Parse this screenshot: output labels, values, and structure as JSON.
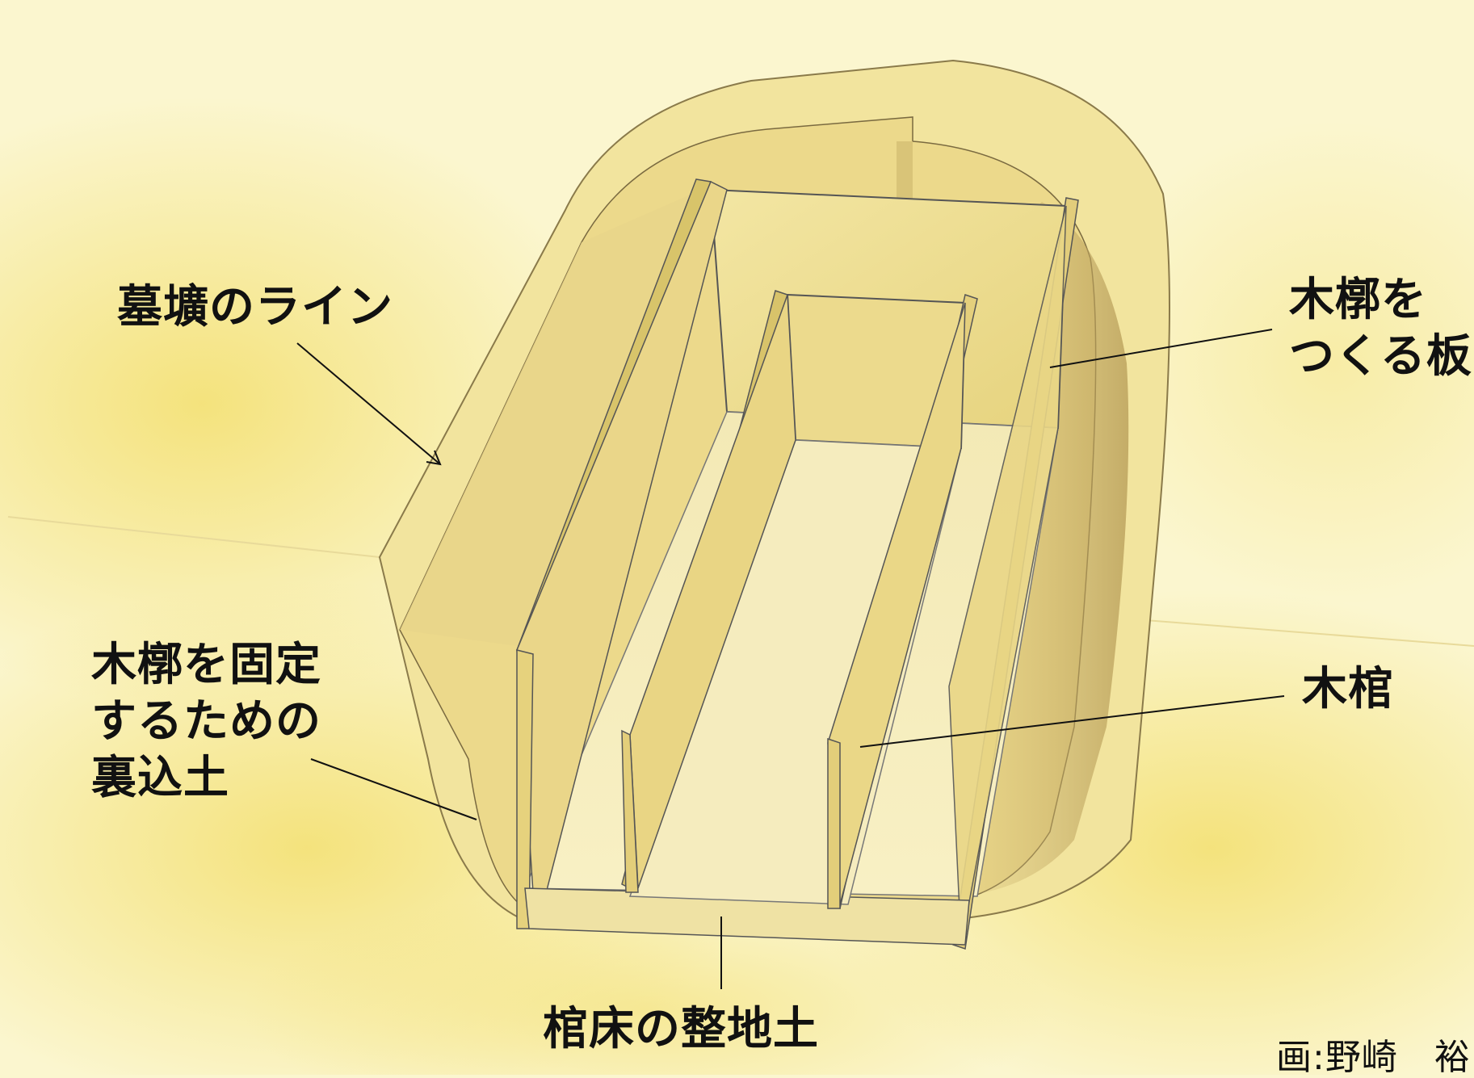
{
  "labels": {
    "bokou_line": "墓壙のライン",
    "mokkaku_ita": [
      "木槨を",
      "つくる板"
    ],
    "urakomedo": [
      "木槨を固定",
      "するための",
      "裏込土"
    ],
    "mokkan": "木棺",
    "seichido": "棺床の整地土",
    "credit": "画:野崎　裕"
  },
  "colors": {
    "background": "#fbf6cf",
    "yellow_wash": "#f4e27a",
    "board": "#efdf8e",
    "board_shadow": "#d8c46a",
    "pit_shadow": "#c9b06a",
    "outline": "#555555",
    "text": "#111111"
  }
}
